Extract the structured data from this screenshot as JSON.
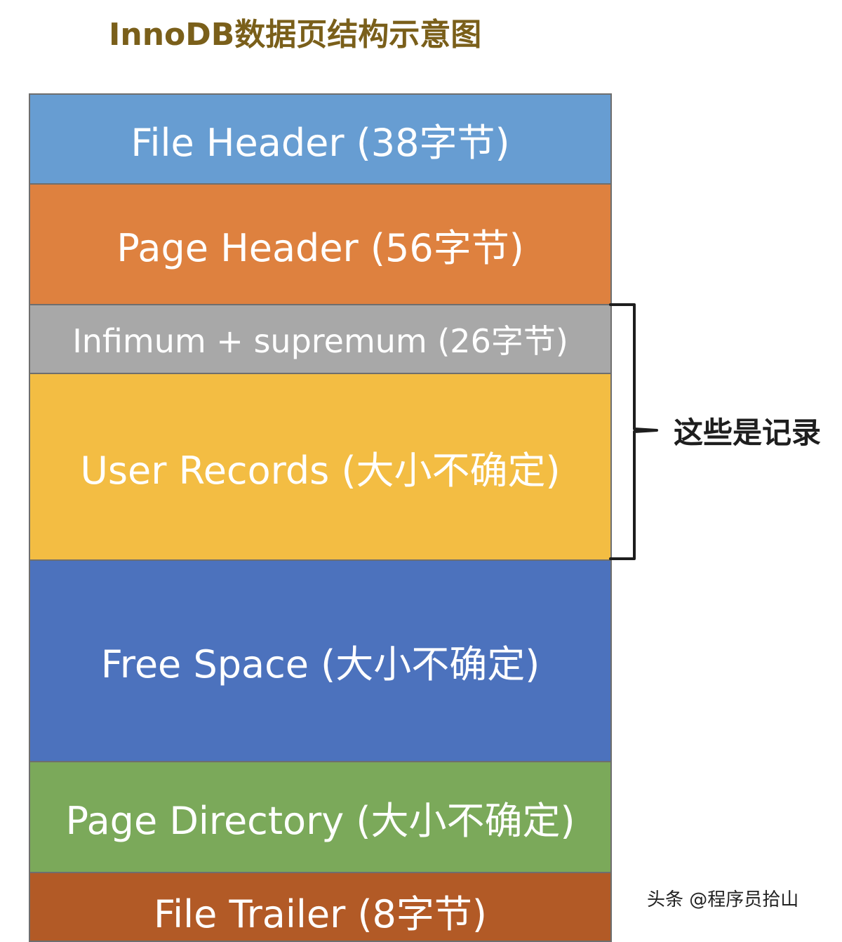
{
  "title": "InnoDB数据页结构示意图",
  "blocks": [
    {
      "label": "File Header (38字节)",
      "color": "#679dd2"
    },
    {
      "label": "Page Header (56字节)",
      "color": "#de813f"
    },
    {
      "label": "Infimum + supremum (26字节)",
      "color": "#a8a8a8"
    },
    {
      "label": "User Records (大小不确定)",
      "color": "#f3bd43"
    },
    {
      "label": "Free Space (大小不确定)",
      "color": "#4c72bd"
    },
    {
      "label": "Page Directory (大小不确定)",
      "color": "#7ba95a"
    },
    {
      "label": "File Trailer (8字节)",
      "color": "#b25a26"
    }
  ],
  "brace_label": "这些是记录",
  "watermark": "头条 @程序员拾山"
}
